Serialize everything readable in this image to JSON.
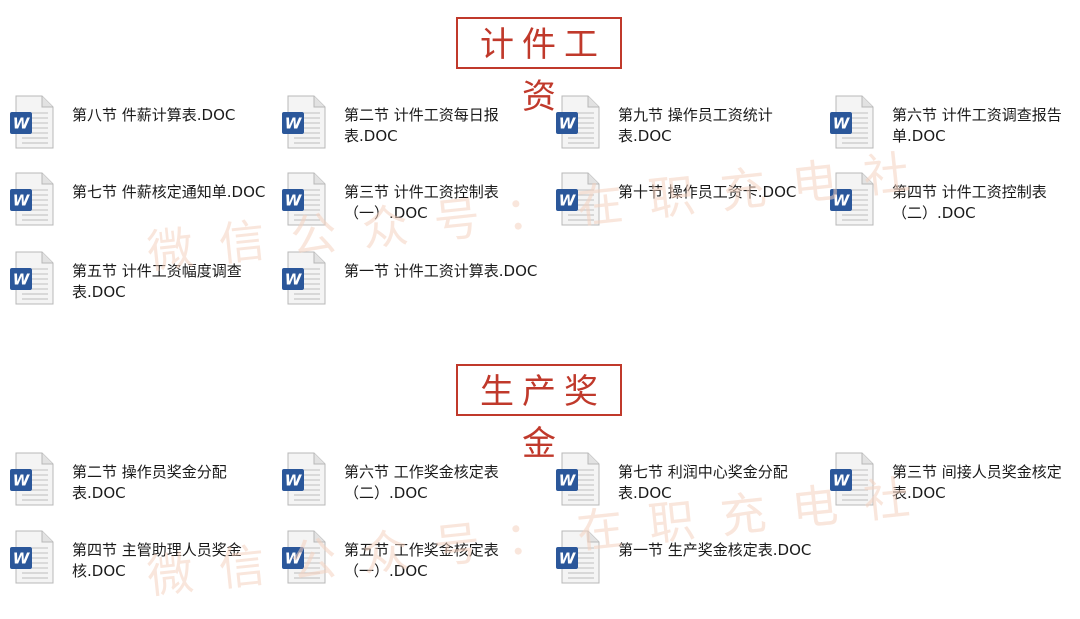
{
  "sections": [
    {
      "title": "计件工资",
      "files": [
        "第八节 件薪计算表.DOC",
        "第二节 计件工资每日报表.DOC",
        "第九节 操作员工资统计表.DOC",
        "第六节 计件工资调查报告单.DOC",
        "第七节 件薪核定通知单.DOC",
        "第三节 计件工资控制表（一）.DOC",
        "第十节 操作员工资卡.DOC",
        "第四节 计件工资控制表（二）.DOC",
        "第五节 计件工资幅度调查表.DOC",
        "第一节 计件工资计算表.DOC"
      ]
    },
    {
      "title": "生产奖金",
      "files": [
        "第二节 操作员奖金分配表.DOC",
        "第六节 工作奖金核定表（二）.DOC",
        "第七节 利润中心奖金分配表.DOC",
        "第三节 间接人员奖金核定表.DOC",
        "第四节 主管助理人员奖金核.DOC",
        "第五节 工作奖金核定表（一）.DOC",
        "第一节 生产奖金核定表.DOC"
      ]
    }
  ],
  "watermark": "微信公众号：在职充电社",
  "colors": {
    "accent": "#c0392b",
    "word_blue": "#2b579a",
    "watermark": "#f5d2c0"
  },
  "icons": {
    "file": "word-document-icon"
  }
}
